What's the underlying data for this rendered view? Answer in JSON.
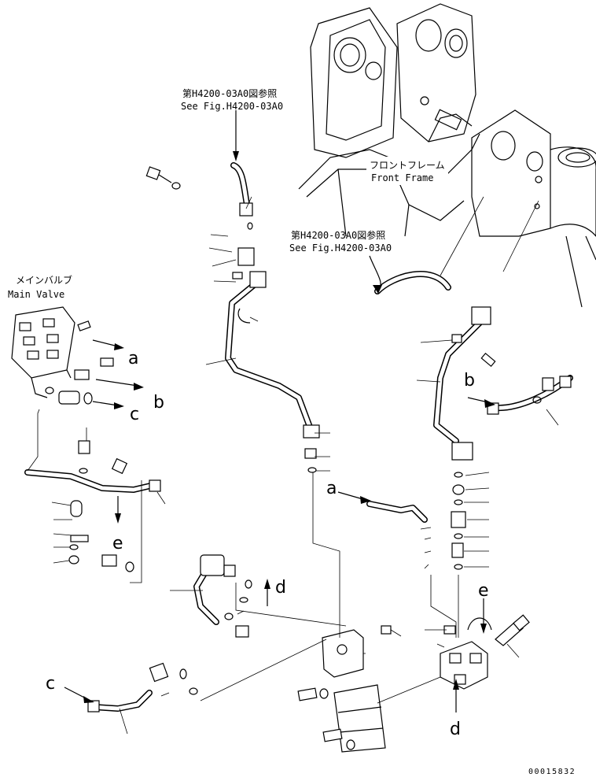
{
  "references": {
    "ref_top": {
      "jp": "第H4200-03A0図参照",
      "en": "See Fig.H4200-03A0"
    },
    "ref_right": {
      "jp": "第H4200-03A0図参照",
      "en": "See Fig.H4200-03A0"
    }
  },
  "labels": {
    "main_valve_jp": "メインバルブ",
    "main_valve_en": "Main Valve",
    "front_frame_jp": "フロントフレーム",
    "front_frame_en": "Front Frame"
  },
  "callouts": {
    "a1": "a",
    "b1": "b",
    "c1": "c",
    "b2": "b",
    "e1": "e",
    "a2": "a",
    "d1": "d",
    "c2": "c",
    "e2": "e",
    "d2": "d"
  },
  "drawing_number": "00015832"
}
